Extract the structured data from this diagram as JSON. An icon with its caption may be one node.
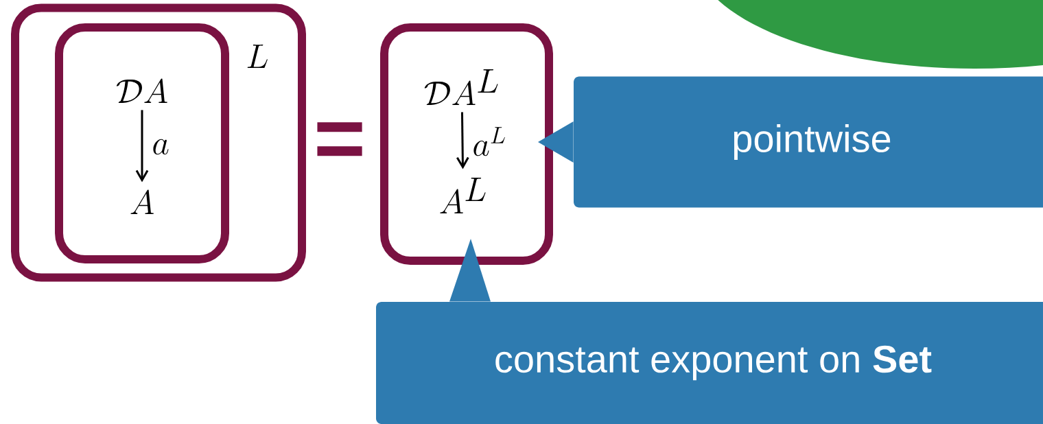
{
  "diagram": {
    "nodes": [
      {
        "text": [
          "L"
        ]
      },
      {
        "text": [],
        "shape": "box",
        "in": 0
      },
      {
        "text": [
          "\\mathcal{D}A"
        ],
        "in": 1
      },
      {
        "text": [
          "A"
        ],
        "in": 1
      },
      {
        "text": [],
        "shape": "box"
      },
      {
        "text": [
          "\\mathcal{D}A^L"
        ],
        "in": 4
      },
      {
        "text": [
          "A^L"
        ],
        "in": 4
      },
      {
        "text": [
          "pointwise"
        ]
      },
      {
        "text": [
          "constant exponent on **Set**"
        ]
      },
      {
        "text": [],
        "shape": "ellipse"
      }
    ],
    "edges": [
      {
        "from": 2,
        "to": 3,
        "arrow": "to",
        "label": "a"
      },
      {
        "from": 5,
        "to": 6,
        "arrow": "to",
        "label": "a^L"
      },
      {
        "from": 7,
        "to": 4,
        "arrow": "to"
      },
      {
        "from": 8,
        "to": 4,
        "arrow": "to"
      }
    ],
    "labels": [
      "="
    ]
  }
}
